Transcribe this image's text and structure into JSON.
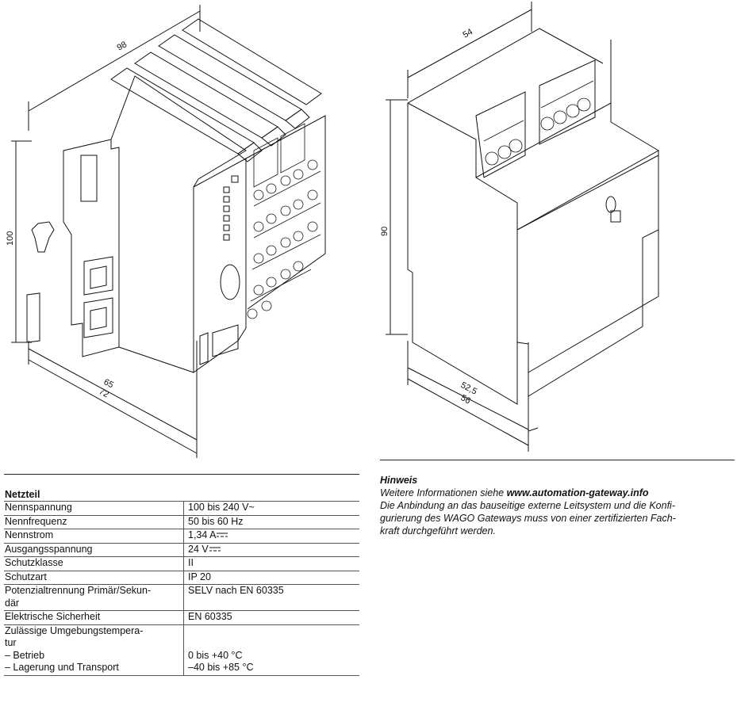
{
  "left_drawing": {
    "dimensions": {
      "top": "98",
      "height": "100",
      "depth_inner": "65",
      "depth_outer": "72"
    }
  },
  "right_drawing": {
    "dimensions": {
      "top": "54",
      "height": "90",
      "depth_inner": "52,5",
      "depth_outer": "56"
    }
  },
  "spec": {
    "title": "Netzteil",
    "rows": [
      {
        "label": "Nennspannung",
        "value": "100 bis 240 V~"
      },
      {
        "label": "Nennfrequenz",
        "value": "50 bis 60 Hz"
      },
      {
        "label": "Nennstrom",
        "value": "1,34 A"
      },
      {
        "label": "Ausgangsspannung",
        "value": "24 V"
      },
      {
        "label": "Schutzklasse",
        "value": "II"
      },
      {
        "label": "Schutzart",
        "value": "IP 20"
      },
      {
        "label": "Potenzialtrennung Primär/Sekun-\ndär",
        "value": "SELV nach EN 60335"
      },
      {
        "label": "Elektrische Sicherheit",
        "value": "EN 60335"
      },
      {
        "label": "Zulässige Umgebungstempera-\ntur\n– Betrieb\n– Lagerung und Transport",
        "value": "\n\n0 bis +40 °C\n–40 bis +85 °C"
      }
    ]
  },
  "note": {
    "title": "Hinweis",
    "line1_prefix": "Weitere Informationen siehe ",
    "link": "www.automation-gateway.info",
    "body": "Die Anbindung an das bauseitige externe Leitsystem und die Konfi-\ngurierung des WAGO Gateways muss von einer zertifizierten Fach-\nkraft durchgeführt werden."
  }
}
